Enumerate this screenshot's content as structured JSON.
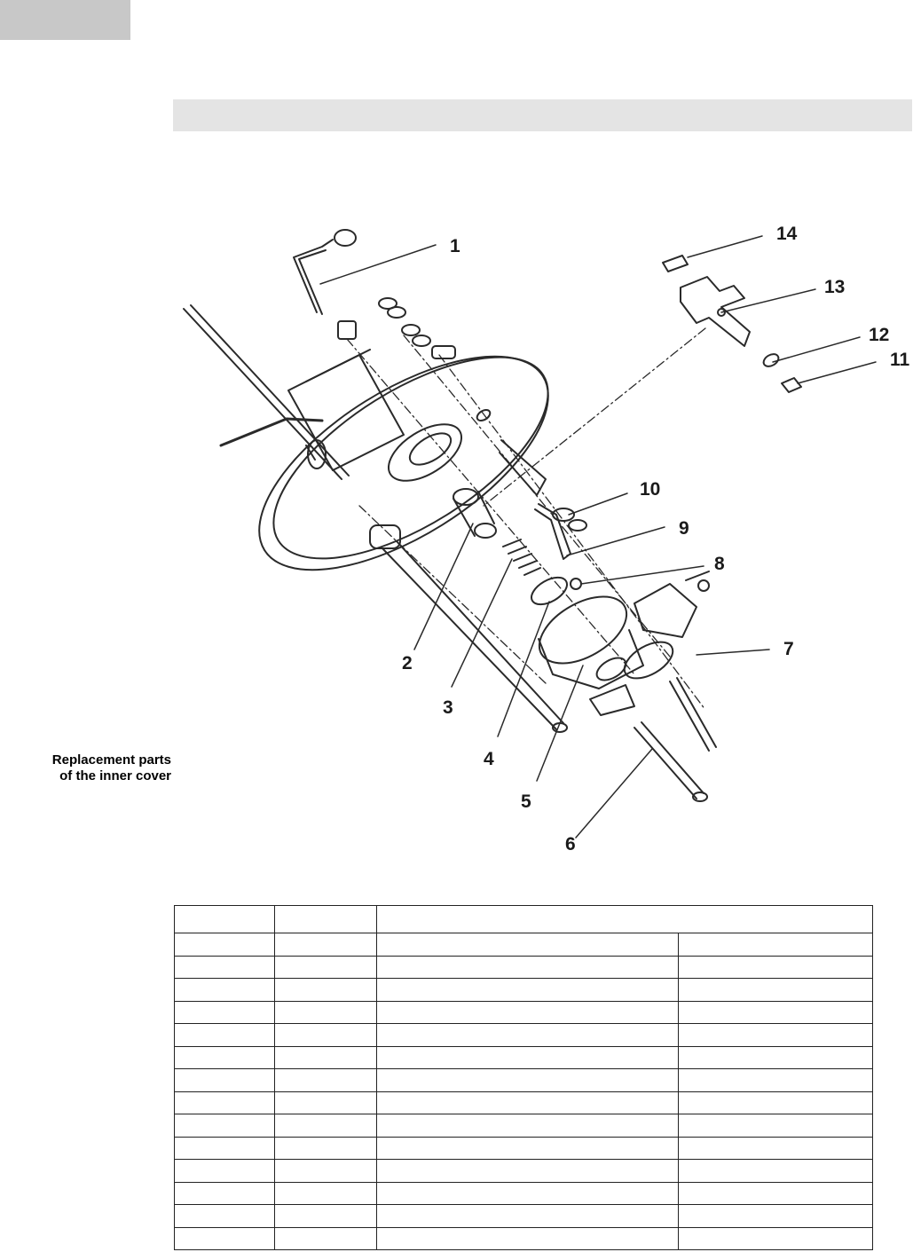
{
  "sidebar": {
    "caption_line1": "Replacement parts",
    "caption_line2": "of the inner cover"
  },
  "diagram": {
    "callouts": [
      "1",
      "2",
      "3",
      "4",
      "5",
      "6",
      "7",
      "8",
      "9",
      "10",
      "11",
      "12",
      "13",
      "14"
    ],
    "stroke_color": "#2a2a2a"
  },
  "table": {
    "rows": 14,
    "columns": 4,
    "cells": []
  }
}
